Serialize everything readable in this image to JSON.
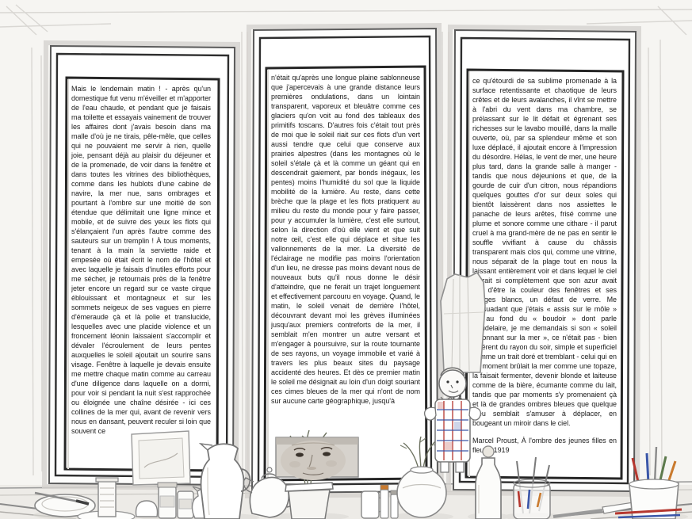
{
  "artwork": {
    "columns": [
      {
        "text": "Mais le lendemain matin ! - après qu'un domestique fut venu m'éveiller et m'apporter de l'eau chaude, et pendant que je faisais ma toilette et essayais vainement de trouver les affaires dont j'avais besoin dans ma malle d'où je ne tirais, pêle-mêle, que celles qui ne pouvaient me servir à rien, quelle joie, pensant déjà au plaisir du déjeuner et de la promenade, de voir dans la fenêtre et dans toutes les vitrines des bibliothèques, comme dans les hublots d'une cabine de navire, la mer nue, sans ombrages et pourtant à l'ombre sur une moitié de son étendue que délimitait une ligne mince et mobile, et de suivre des yeux les flots qui s'élançaient l'un après l'autre comme des sauteurs sur un tremplin ! À tous moments, tenant à la main la serviette raide et empesée où était écrit le nom de l'hôtel et avec laquelle je faisais d'inutiles efforts pour me sécher, je retournais près de la fenêtre jeter encore un regard sur ce vaste cirque éblouissant et montagneux et sur les sommets neigeux de ses vagues en pierre d'émeraude çà et là polie et translucide, lesquelles avec une placide violence et un froncement léonin laissaient s'accomplir et dévaler l'écroulement de leurs pentes auxquelles le soleil ajoutait un sourire sans visage. Fenêtre à laquelle je devais ensuite me mettre chaque matin comme au carreau d'une diligence dans laquelle on a dormi, pour voir si pendant la nuit s'est rapprochée ou éloignée une chaîne désirée - ici ces collines de la mer qui, avant de revenir vers nous en dansant, peuvent reculer si loin que souvent ce"
      },
      {
        "text": "n'était qu'après une longue plaine sablonneuse que j'apercevais à une grande distance leurs premières ondulations, dans un lointain transparent, vaporeux et bleuâtre comme ces glaciers qu'on voit au fond des tableaux des primitifs toscans. D'autres fois c'était tout près de moi que le soleil riait sur ces flots d'un vert aussi tendre que celui que conserve aux prairies alpestres (dans les montagnes où le soleil s'étale çà et là comme un géant qui en descendrait gaiement, par bonds inégaux, les pentes) moins l'humidité du sol que la liquide mobilité de la lumière. Au reste, dans cette brèche que la plage et les flots pratiquent au milieu du reste du monde pour y faire passer, pour y accumuler la lumière, c'est elle surtout, selon la direction d'où elle vient et que suit notre œil, c'est elle qui déplace et situe les vallonnements de la mer. La diversité de l'éclairage ne modifie pas moins l'orientation d'un lieu, ne dresse pas moins devant nous de nouveaux buts qu'il nous donne le désir d'atteindre, que ne ferait un trajet longuement et effectivement parcouru en voyage. Quand, le matin, le soleil venait de derrière l'hôtel, découvrant devant moi les grèves illuminées jusqu'aux premiers contreforts de la mer, il semblait m'en montrer un autre versant et m'engager à poursuivre, sur la route tournante de ses rayons, un voyage immobile et varié à travers les plus beaux sites du paysage accidenté des heures. Et dès ce premier matin le soleil me désignait au loin d'un doigt souriant ces cimes bleues de la mer qui n'ont de nom sur aucune carte géographique, jusqu'à"
      },
      {
        "text": "ce qu'étourdi de sa sublime promenade à la surface retentissante et chaotique de leurs crêtes et de leurs avalanches, il vînt se mettre à l'abri du vent dans ma chambre, se prélassant sur le lit défait et égrenant ses richesses sur le lavabo mouillé, dans la malle ouverte, où, par sa splendeur même et son luxe déplacé, il ajoutait encore à l'impression du désordre. Hélas, le vent de mer, une heure plus tard, dans la grande salle à manger - tandis que nous déjeunions et que, de la gourde de cuir d'un citron, nous répandions quelques gouttes d'or sur deux soles qui bientôt laissèrent dans nos assiettes le panache de leurs arêtes, frisé comme une plume et sonore comme une cithare - il parut cruel à ma grand-mère de ne pas en sentir le souffle vivifiant à cause du châssis transparent mais clos qui, comme une vitrine, nous séparait de la plage tout en nous la laissant entièrement voir et dans lequel le ciel entrait si complètement que son azur avait l'air d'être la couleur des fenêtres et ses nuages blancs, un défaut de verre. Me persuadant que j'étais « assis sur le môle » ou au fond du « boudoir » dont parle Baudelaire, je me demandais si son « soleil rayonnant sur la mer », ce n'était pas - bien différent du rayon du soir, simple et superficiel comme un trait doré et tremblant - celui qui en ce moment brûlait la mer comme une topaze, la faisait fermenter, devenir blonde et laiteuse comme de la bière, écumante comme du lait, tandis que par moments s'y promenaient çà et là de grandes ombres bleues que quelque dieu semblait s'amuser à déplacer, en bougeant un miroir dans le ciel."
      }
    ],
    "attribution": "Marcel Proust, À l'ombre des jeunes filles en fleurs, 1919"
  },
  "scene": {
    "objects": [
      "window-frame-left",
      "window-frame-middle",
      "window-frame-right",
      "bowl-with-brush",
      "spool",
      "saucer",
      "picture-card",
      "jars",
      "creamer",
      "pitcher",
      "teapot",
      "potted-plant",
      "portrait-photo",
      "mug",
      "small-bottles",
      "fishbowl",
      "paper-bag",
      "checkered-doll",
      "bottle",
      "brush-jar",
      "knife",
      "pencil-cup"
    ],
    "colors": {
      "background": "#f6f5f2",
      "frame_dark": "#2a2a2a",
      "sketch_gray": "#8f8f8f",
      "text": "#1b1b1b",
      "accent_red": "#b5372f",
      "accent_blue": "#3a56a8",
      "accent_orange": "#c97a2e",
      "accent_green": "#5d7a4c"
    }
  }
}
